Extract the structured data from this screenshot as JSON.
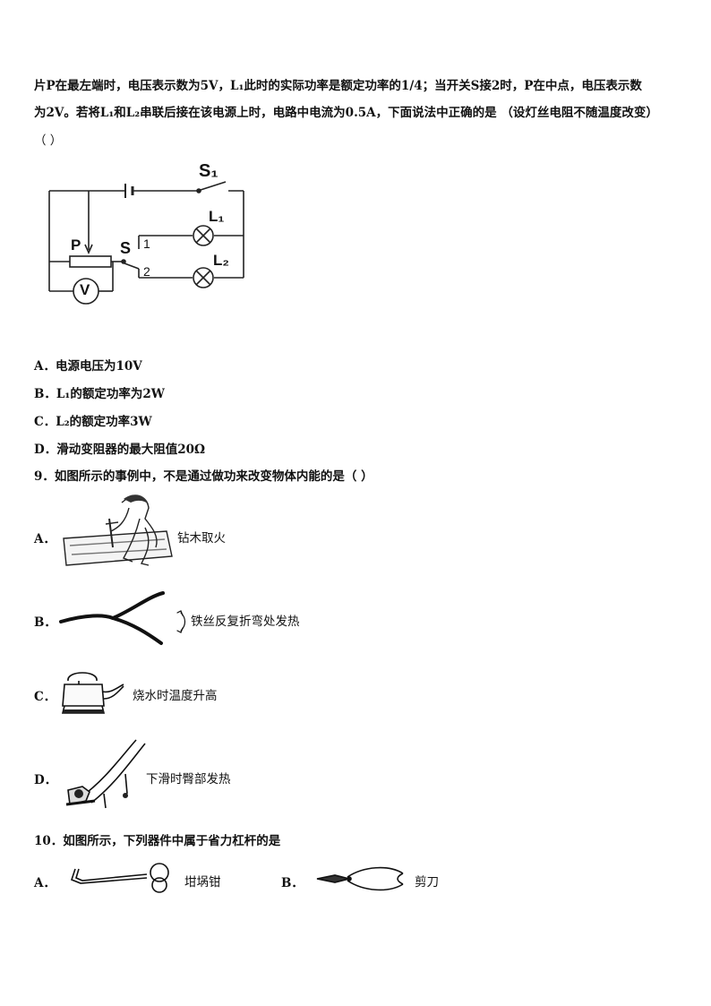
{
  "q8": {
    "line1": "片P在最左端时，电压表示数为5V，L₁此时的实际功率是额定功率的1/4；当开关S接2时，P在中点，电压表示数",
    "line2": "为2V。若将L₁和L₂串联后接在该电源上时，电路中电流为0.5A，下面说法中正确的是 （设灯丝电阻不随温度改变）",
    "line3": "（   ）",
    "circuit": {
      "s1": "S₁",
      "l1": "L₁",
      "l2": "L₂",
      "p": "P",
      "s": "S",
      "pos1": "1",
      "pos2": "2",
      "voltmeter": "V"
    },
    "options": [
      "A．电源电压为10V",
      "B．L₁的额定功率为2W",
      "C．L₂的额定功率3W",
      "D．滑动变阻器的最大阻值20Ω"
    ]
  },
  "q9": {
    "stem": "9．如图所示的事例中，不是通过做功来改变物体内能的是（      ）",
    "items": [
      {
        "letter": "A．",
        "caption": "钻木取火"
      },
      {
        "letter": "B．",
        "caption": "铁丝反复折弯处发热"
      },
      {
        "letter": "C．",
        "caption": "烧水时温度升高"
      },
      {
        "letter": "D．",
        "caption": "下滑时臀部发热"
      }
    ]
  },
  "q10": {
    "stem": "10．如图所示，下列器件中属于省力杠杆的是",
    "items": [
      {
        "letter": "A．",
        "caption": "坩埚钳"
      },
      {
        "letter": "B．",
        "caption": "剪刀"
      }
    ]
  }
}
